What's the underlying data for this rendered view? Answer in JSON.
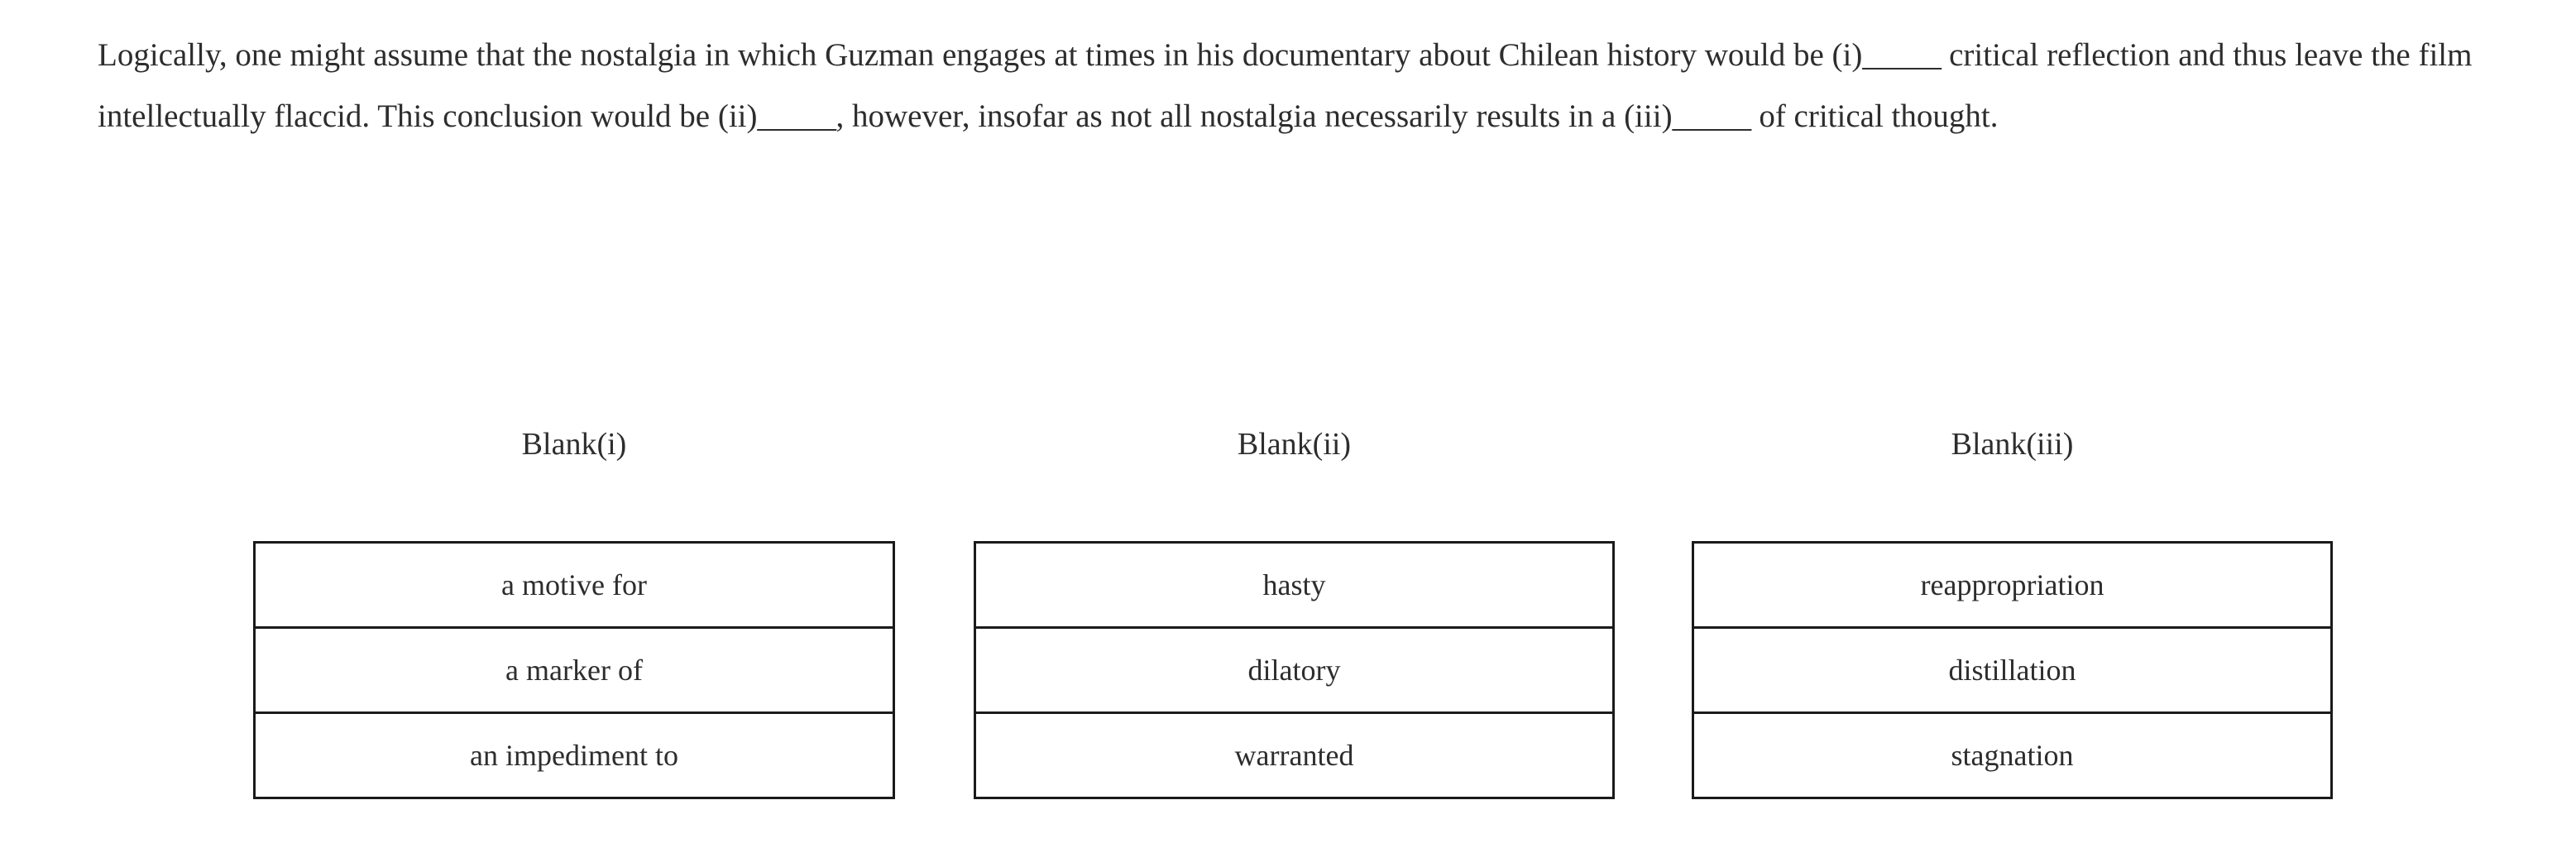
{
  "passage": {
    "segment_1": "Logically, one might assume that the nostalgia in which Guzman engages at times in his documentary about Chilean history would be (i)",
    "blank_1": "_____",
    "segment_2": " critical reflection and thus leave the film intellectually flaccid. This conclusion would be (ii)",
    "blank_2": "_____",
    "segment_3": ", however, insofar as not all nostalgia necessarily results in a (iii)",
    "blank_3": "_____",
    "segment_4": " of critical thought."
  },
  "colors": {
    "text": "#2d2d2d",
    "border": "#1a1a1a",
    "background": "#ffffff"
  },
  "blanks": [
    {
      "header": "Blank(i)",
      "options": [
        "a motive for",
        "a marker of",
        "an impediment to"
      ]
    },
    {
      "header": "Blank(ii)",
      "options": [
        "hasty",
        "dilatory",
        "warranted"
      ]
    },
    {
      "header": "Blank(iii)",
      "options": [
        "reappropriation",
        "distillation",
        "stagnation"
      ]
    }
  ]
}
